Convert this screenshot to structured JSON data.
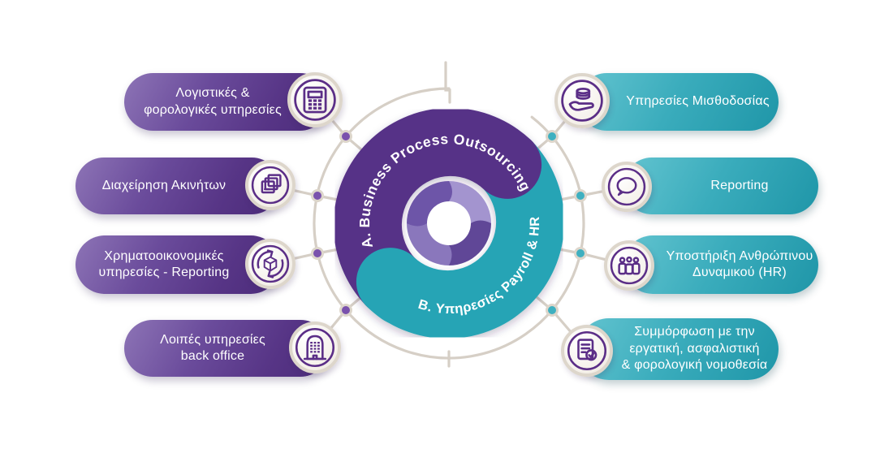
{
  "palette": {
    "purple_segment": "#563287",
    "teal_segment": "#27a4b5",
    "purple_pill_light": "#8d74b6",
    "purple_pill_dark": "#4b2b7a",
    "teal_pill_light": "#63c4d0",
    "teal_pill_dark": "#1f96a8",
    "connector_line": "#d6cfc6",
    "dot_purple": "#7a52ad",
    "dot_teal": "#3fb0c0",
    "icon_ring": "#ddd6cb",
    "icon_glyph": "#5b2e87",
    "text_on_fill": "#ffffff"
  },
  "center": {
    "segments": [
      {
        "id": "A",
        "label": "A. Business Process Outsourcing",
        "color": "#563287"
      },
      {
        "id": "B",
        "label": "B. Υπηρεσίες Payroll & HR",
        "color": "#27a4b5"
      }
    ],
    "logo": "swirl-logo"
  },
  "left_items": [
    {
      "lines": [
        "Λογιστικές &",
        "φορολογικές υπηρεσίες"
      ],
      "icon": "calculator-icon"
    },
    {
      "lines": [
        "Διαχείρηση Ακινήτων"
      ],
      "icon": "documents-icon"
    },
    {
      "lines": [
        "Χρηματοοικονομικές",
        "υπηρεσίες - Reporting"
      ],
      "icon": "sync-cube-icon"
    },
    {
      "lines": [
        "Λοιπές υπηρεσίες",
        "back office"
      ],
      "icon": "building-icon"
    }
  ],
  "right_items": [
    {
      "lines": [
        "Υπηρεσίες Μισθοδοσίας"
      ],
      "icon": "coins-hand-icon"
    },
    {
      "lines": [
        "Reporting"
      ],
      "icon": "speech-bubble-icon"
    },
    {
      "lines": [
        "Υποστήριξη Ανθρώπινου",
        "Δυναμικού (HR)"
      ],
      "icon": "team-icon"
    },
    {
      "lines": [
        "Συμμόρφωση με την",
        "εργατική, ασφαλιστική",
        "& φορολογική νομοθεσία"
      ],
      "icon": "document-check-icon"
    }
  ]
}
